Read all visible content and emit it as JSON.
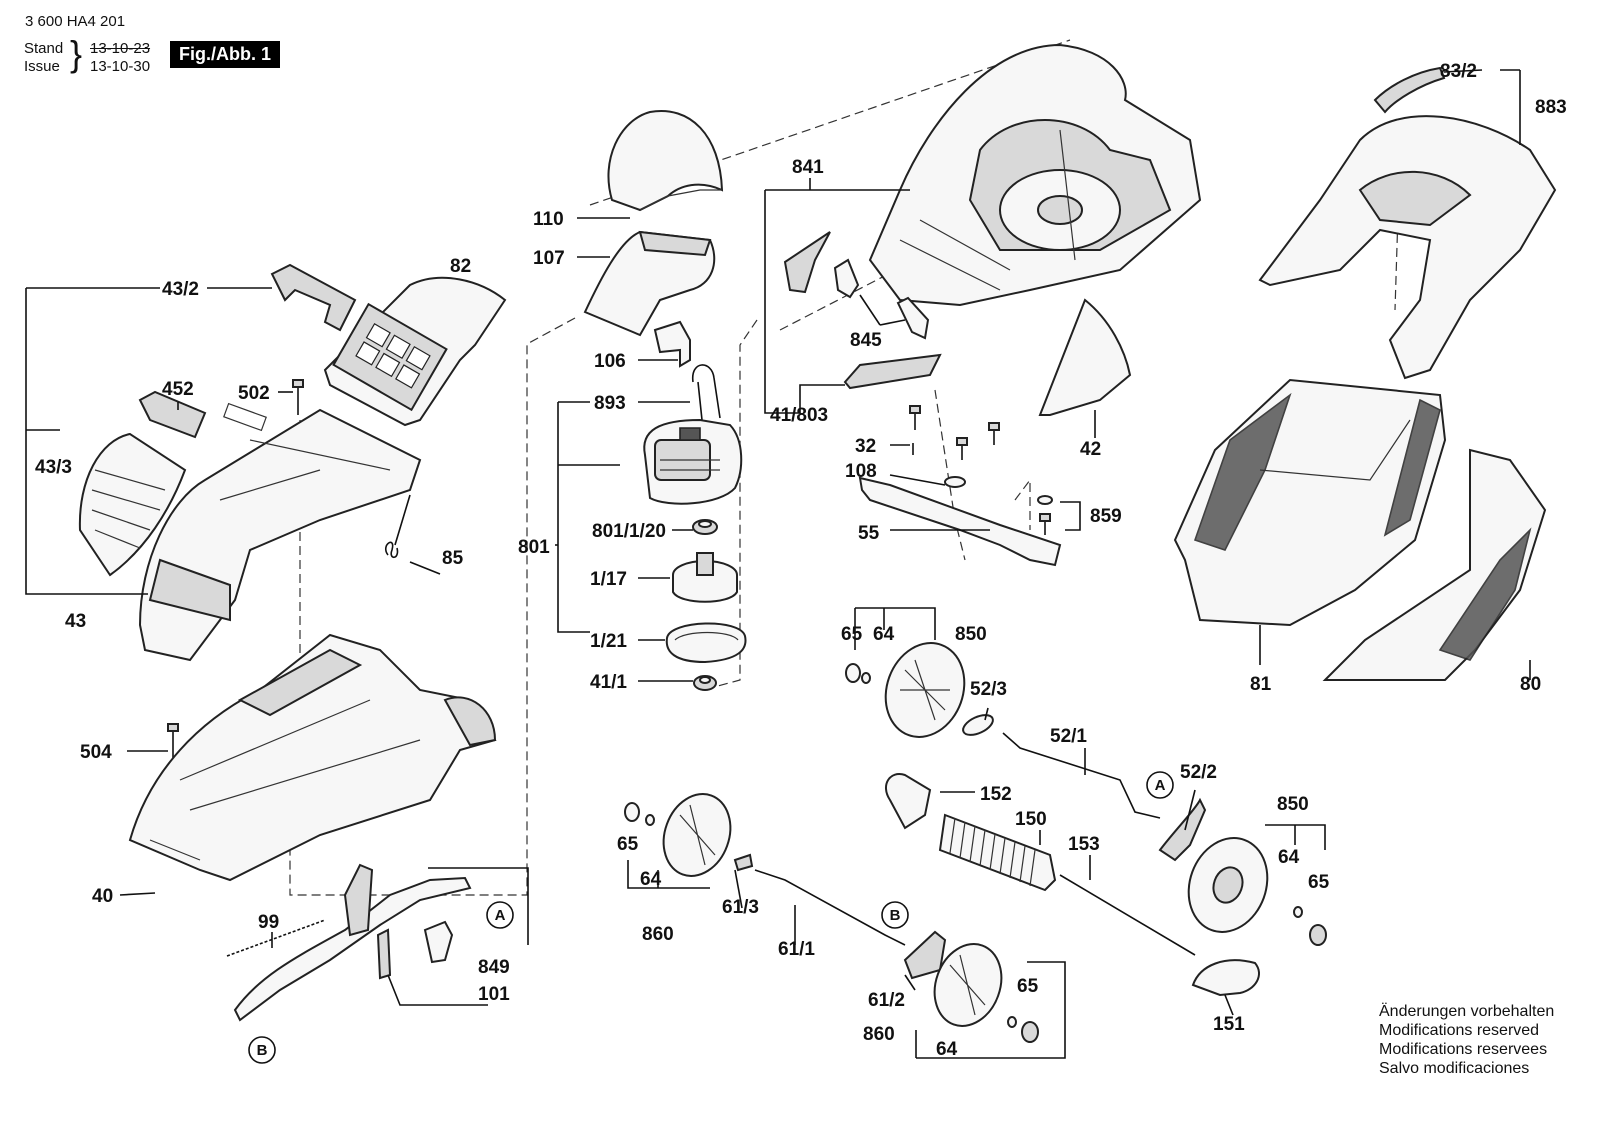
{
  "header": {
    "doc_number": "3 600 HA4 201",
    "stand_label": "Stand",
    "issue_label": "Issue",
    "stand_date": "13-10-23",
    "issue_date": "13-10-30",
    "figure_label": "Fig./Abb. 1"
  },
  "notice": [
    "Änderungen vorbehalten",
    "Modifications reserved",
    "Modifications reservees",
    "Salvo modificaciones"
  ],
  "parts": {
    "p110": "110",
    "p107": "107",
    "p106": "106",
    "p893": "893",
    "p801": "801",
    "p801_1_20": "801/1/20",
    "p1_17": "1/17",
    "p1_21": "1/21",
    "p41_1": "41/1",
    "p82": "82",
    "p43_2": "43/2",
    "p452": "452",
    "p502": "502",
    "p43_3": "43/3",
    "p43": "43",
    "p85": "85",
    "p504": "504",
    "p40": "40",
    "p99": "99",
    "p849": "849",
    "p101": "101",
    "p841": "841",
    "p845": "845",
    "p41_803": "41/803",
    "p32": "32",
    "p108": "108",
    "p55": "55",
    "p42": "42",
    "p859": "859",
    "p83_2": "83/2",
    "p883": "883",
    "p81": "81",
    "p80": "80",
    "p65a": "65",
    "p64a": "64",
    "p850a": "850",
    "p52_3": "52/3",
    "p52_1": "52/1",
    "p152": "152",
    "p150": "150",
    "p153": "153",
    "p52_2": "52/2",
    "p850b": "850",
    "p64b": "64",
    "p65b": "65",
    "p151": "151",
    "p65c": "65",
    "p64c": "64",
    "p860a": "860",
    "p61_3": "61/3",
    "p61_1": "61/1",
    "p61_2": "61/2",
    "p65d": "65",
    "p860b": "860",
    "p64d": "64"
  },
  "markers": {
    "a1": "A",
    "a2": "A",
    "b1": "B",
    "b2": "B"
  }
}
